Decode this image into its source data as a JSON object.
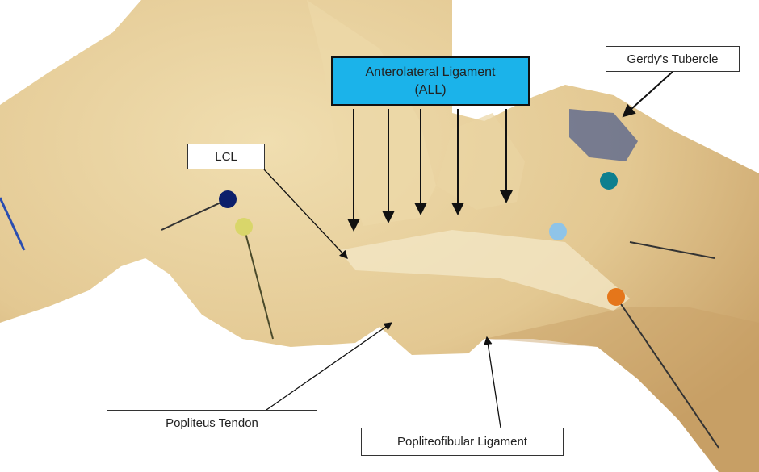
{
  "labels": {
    "all_line1": "Anterolateral Ligament",
    "all_line2": "(ALL)",
    "gerdys": "Gerdy's Tubercle",
    "lcl": "LCL",
    "popliteus": "Popliteus Tendon",
    "popliteofibular": "Popliteofibular Ligament"
  },
  "colors": {
    "tissue": "#e6cf9e",
    "tissue_shadow": "#c9a46a",
    "all_box": "#1bb3ea",
    "pin_navy": "#0c1f6b",
    "pin_yellow": "#d9d66a",
    "pin_teal": "#0d7f8f",
    "pin_lightblue": "#8fc4e8",
    "pin_orange": "#e5761a"
  }
}
